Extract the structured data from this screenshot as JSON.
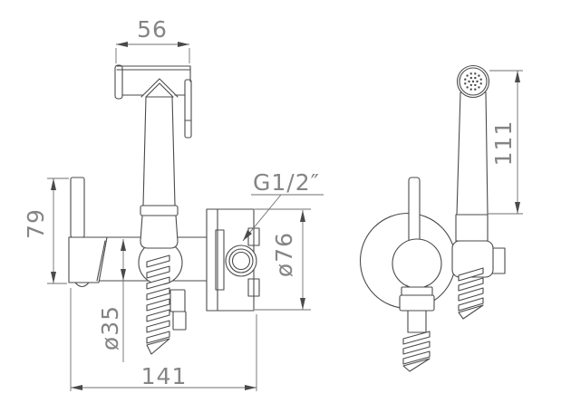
{
  "drawing": {
    "kind": "technical-drawing",
    "subject": "wall-mounted handheld bidet sprayer with holder, two orthographic views",
    "dimensions": {
      "head_width": "56",
      "lever_height": "79",
      "holder_diameter": "ø35",
      "total_depth": "141",
      "thread_size": "G1/2″",
      "escutcheon_diameter": "ø76",
      "handle_length": "111"
    },
    "colors": {
      "background": "#ffffff",
      "object_line": "#4a4a4a",
      "dimension_line": "#6f6f6f",
      "dimension_text": "#858585"
    }
  }
}
